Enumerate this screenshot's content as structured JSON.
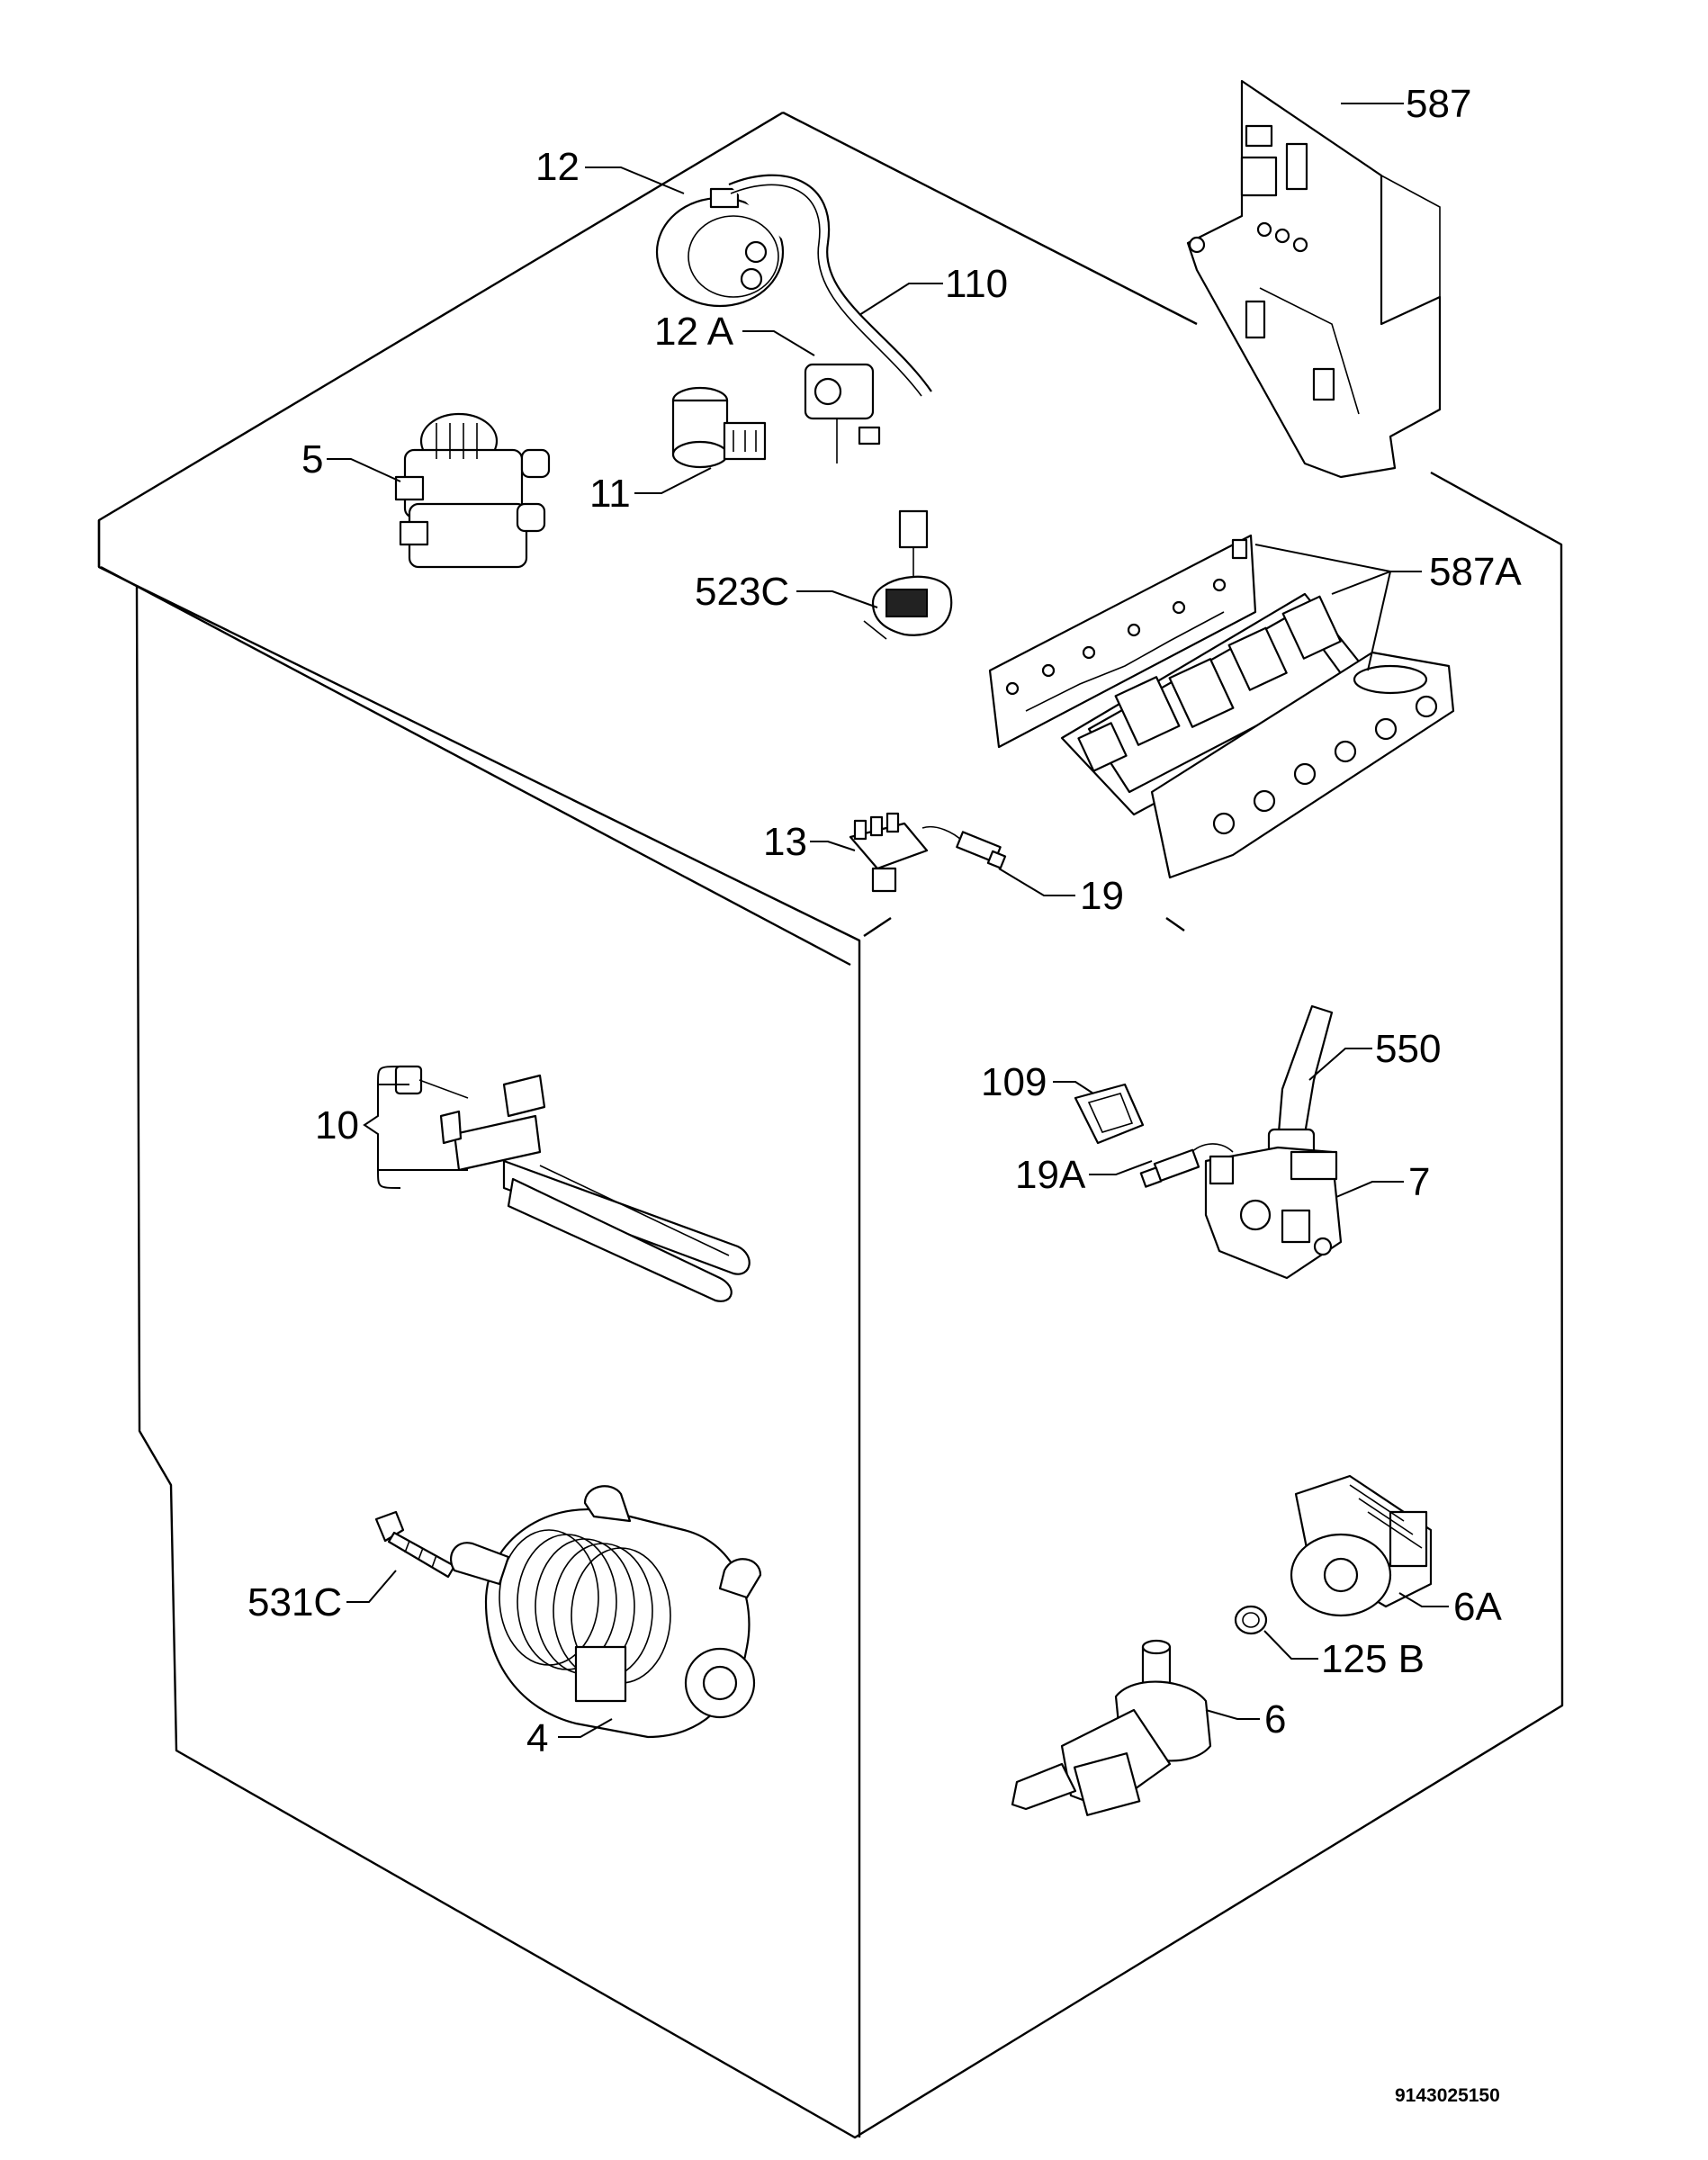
{
  "labels": {
    "p587": "587",
    "p12": "12",
    "p110": "110",
    "p12a": "12 A",
    "p5": "5",
    "p11": "11",
    "p523c": "523C",
    "p587a": "587A",
    "p13": "13",
    "p19": "19",
    "p550": "550",
    "p109": "109",
    "p10": "10",
    "p19a": "19A",
    "p7": "7",
    "p531c": "531C",
    "p6a": "6A",
    "p125b": "125 B",
    "p6": "6",
    "p4": "4"
  },
  "drawing_code": "9143025150"
}
